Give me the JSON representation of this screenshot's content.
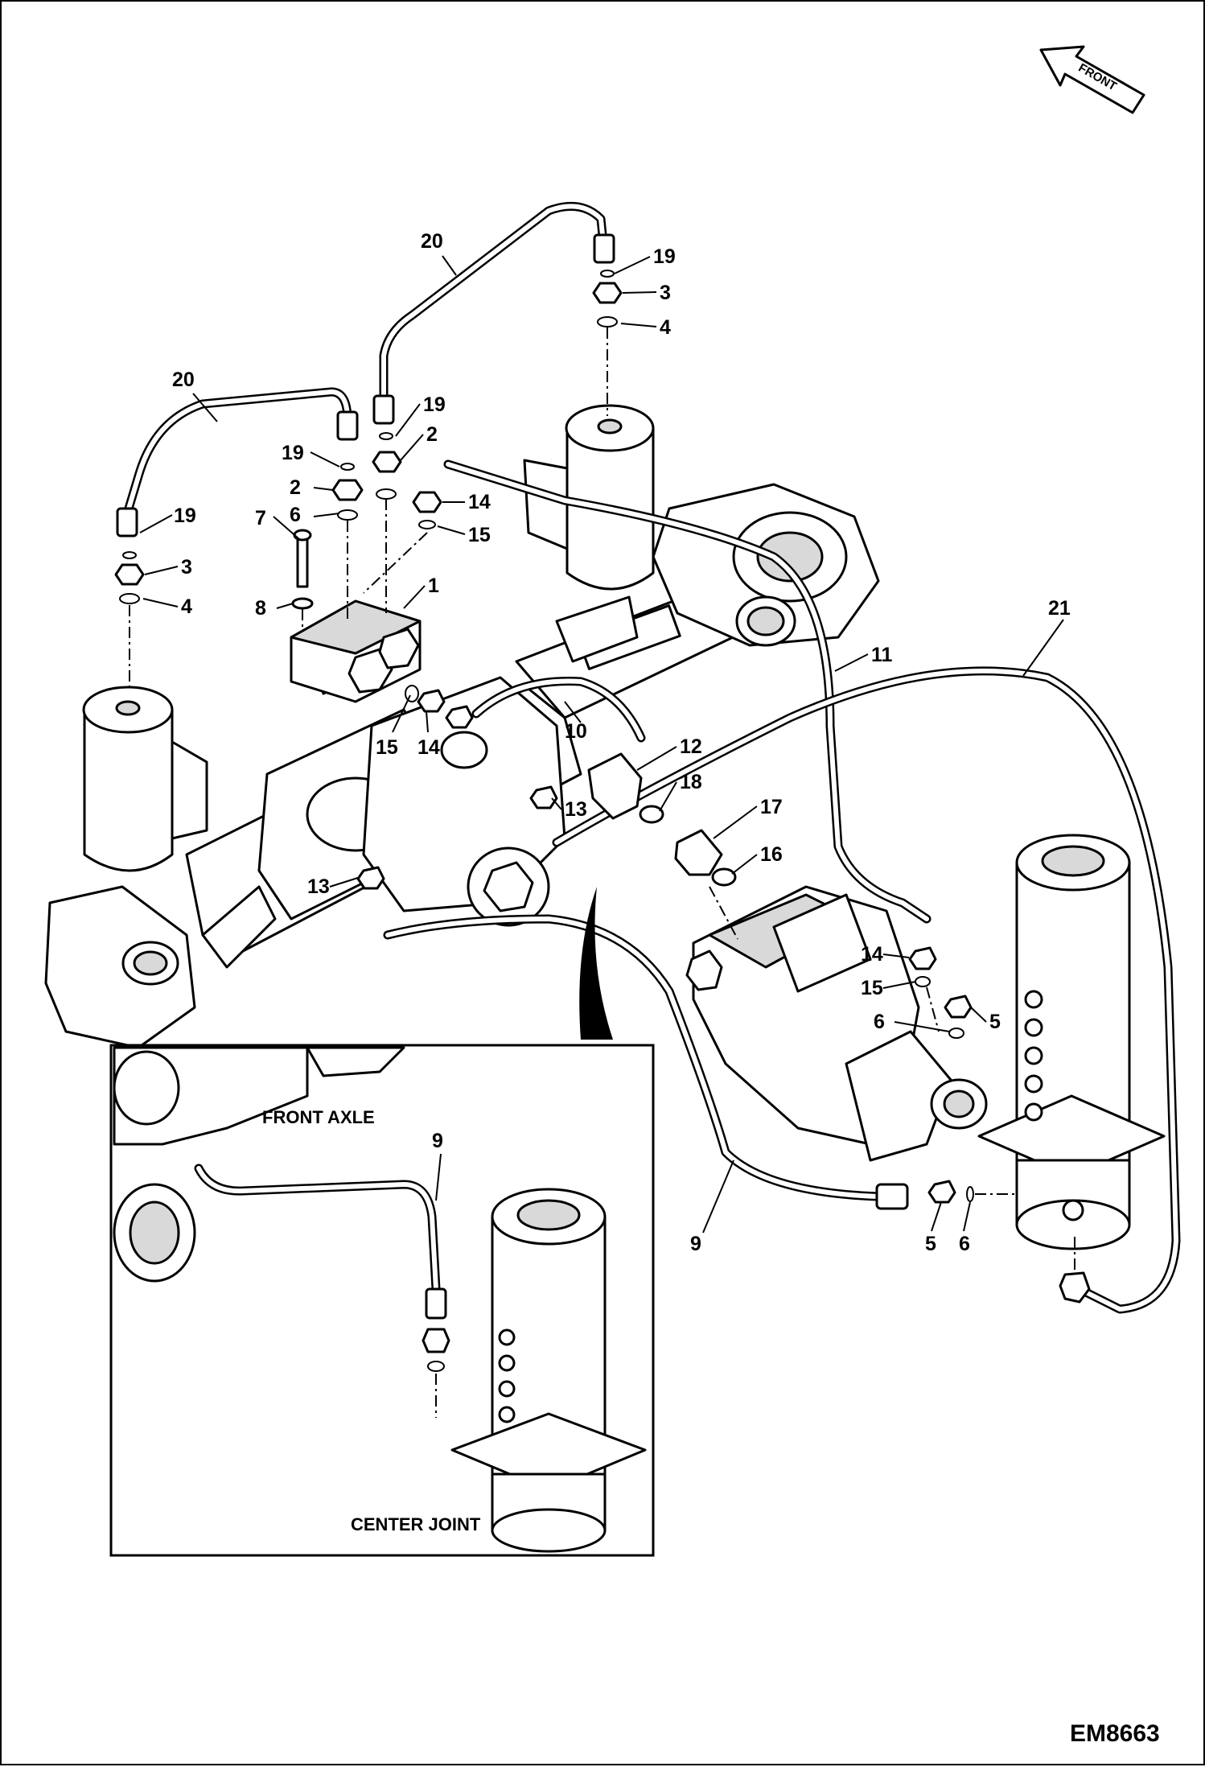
{
  "diagram_code": "EM8663",
  "direction_arrow": {
    "label": "FRONT"
  },
  "inset": {
    "front_axle_label": "FRONT AXLE",
    "center_joint_label": "CENTER JOINT"
  },
  "callouts": [
    {
      "id": "c20a",
      "text": "20"
    },
    {
      "id": "c19a",
      "text": "19"
    },
    {
      "id": "c3a",
      "text": "3"
    },
    {
      "id": "c4a",
      "text": "4"
    },
    {
      "id": "c20b",
      "text": "20"
    },
    {
      "id": "c19b",
      "text": "19"
    },
    {
      "id": "c3b",
      "text": "3"
    },
    {
      "id": "c4b",
      "text": "4"
    },
    {
      "id": "c19c",
      "text": "19"
    },
    {
      "id": "c2a",
      "text": "2"
    },
    {
      "id": "c6a",
      "text": "6"
    },
    {
      "id": "c7",
      "text": "7"
    },
    {
      "id": "c8",
      "text": "8"
    },
    {
      "id": "c1",
      "text": "1"
    },
    {
      "id": "c19d",
      "text": "19"
    },
    {
      "id": "c2b",
      "text": "2"
    },
    {
      "id": "c14a",
      "text": "14"
    },
    {
      "id": "c15a",
      "text": "15"
    },
    {
      "id": "c15b",
      "text": "15"
    },
    {
      "id": "c14b",
      "text": "14"
    },
    {
      "id": "c10",
      "text": "10"
    },
    {
      "id": "c11",
      "text": "11"
    },
    {
      "id": "c21",
      "text": "21"
    },
    {
      "id": "c12",
      "text": "12"
    },
    {
      "id": "c18",
      "text": "18"
    },
    {
      "id": "c13a",
      "text": "13"
    },
    {
      "id": "c17",
      "text": "17"
    },
    {
      "id": "c16",
      "text": "16"
    },
    {
      "id": "c13b",
      "text": "13"
    },
    {
      "id": "c14c",
      "text": "14"
    },
    {
      "id": "c15c",
      "text": "15"
    },
    {
      "id": "c6b",
      "text": "6"
    },
    {
      "id": "c5a",
      "text": "5"
    },
    {
      "id": "c9a",
      "text": "9"
    },
    {
      "id": "c5b",
      "text": "5"
    },
    {
      "id": "c6c",
      "text": "6"
    },
    {
      "id": "c9b",
      "text": "9"
    }
  ]
}
